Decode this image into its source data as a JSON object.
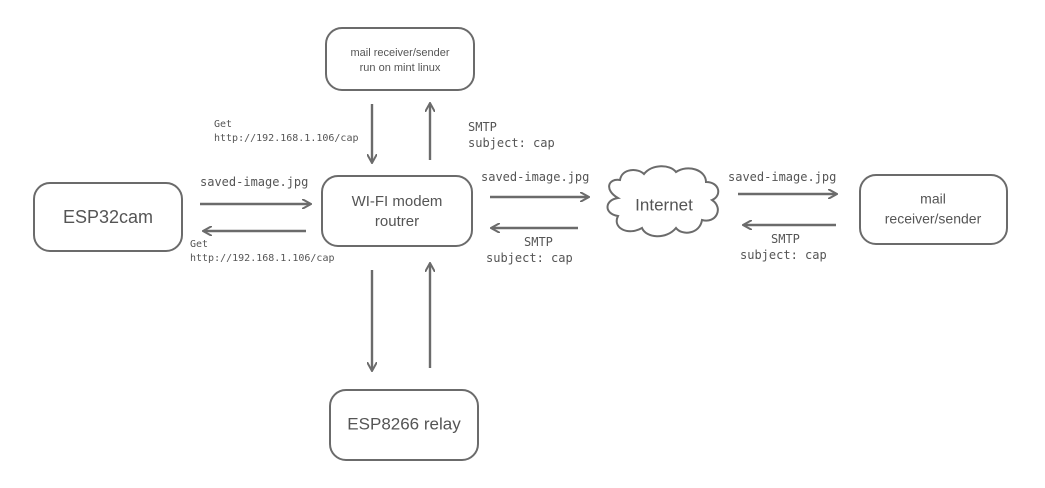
{
  "nodes": {
    "mint_server": {
      "line1": "mail receiver/sender",
      "line2": "run on mint linux"
    },
    "esp32cam": {
      "label": "ESP32cam"
    },
    "wifi_modem": {
      "line1": "WI-FI modem",
      "line2": "routrer"
    },
    "internet": {
      "label": "Internet"
    },
    "mail_remote": {
      "line1": "mail",
      "line2": "receiver/sender"
    },
    "esp8266": {
      "label": "ESP8266 relay"
    }
  },
  "edges": {
    "get_to_modem": {
      "line1": "Get",
      "line2": "http://192.168.1.106/cap"
    },
    "smtp_to_mint": {
      "line1": "SMTP",
      "line2": "subject: cap"
    },
    "cam_to_modem": {
      "label": "saved-image.jpg"
    },
    "modem_to_cam": {
      "line1": "Get",
      "line2": "http://192.168.1.106/cap"
    },
    "modem_to_internet": {
      "label": "saved-image.jpg"
    },
    "internet_to_modem": {
      "line1": "SMTP",
      "line2": "subject: cap"
    },
    "internet_to_mail": {
      "label": "saved-image.jpg"
    },
    "mail_to_internet": {
      "line1": "SMTP",
      "line2": "subject: cap"
    }
  },
  "colors": {
    "stroke": "#6b6b6b",
    "text": "#555555",
    "background": "#ffffff"
  }
}
